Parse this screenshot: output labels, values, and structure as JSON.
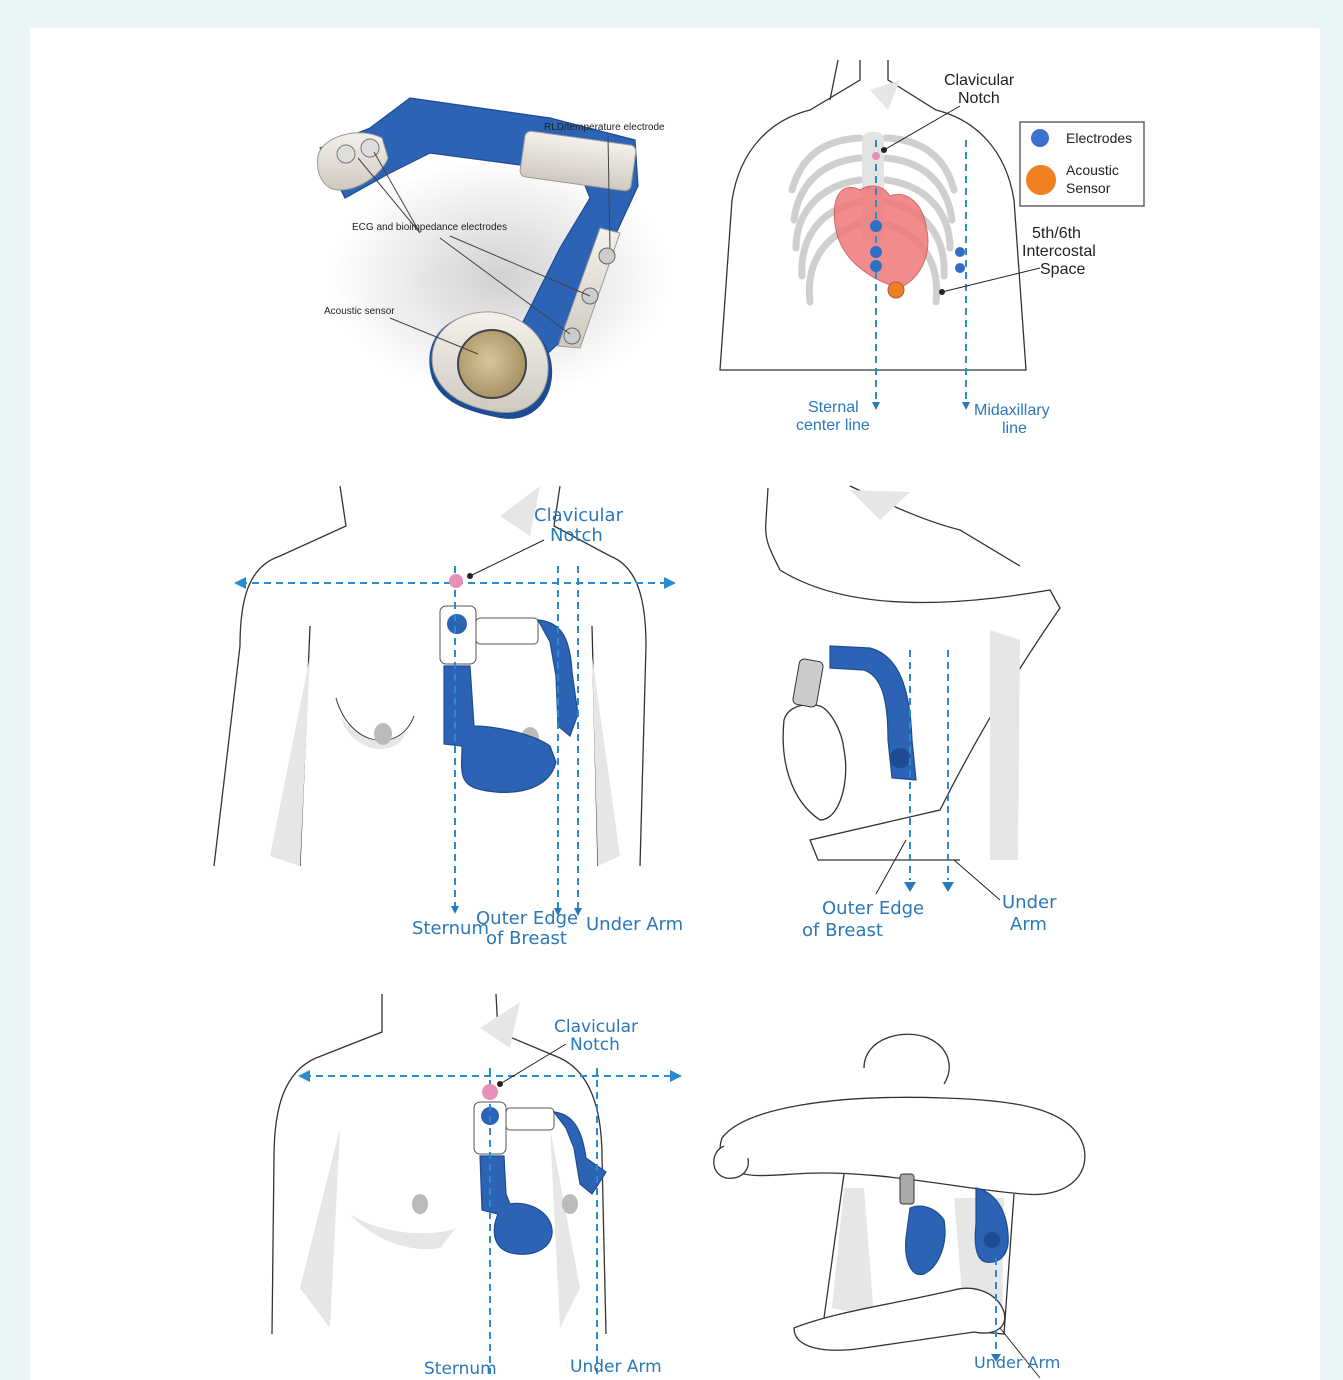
{
  "colors": {
    "background": "#eaf5f8",
    "device_blue": "#2c63b4",
    "label_blue": "#2a78b8",
    "dashed_line": "#2a8ccf",
    "electrode_marker": "#3b6fd0",
    "acoustic_marker": "#f07f1f",
    "notch_marker": "#e890b8",
    "heart": "#f07878"
  },
  "device_photo": {
    "label_rld": "RLD/temperature electrode",
    "label_ecg": "ECG and bioimpedance electrodes",
    "label_acoustic": "Acoustic sensor"
  },
  "anatomy_diagram": {
    "clavicular_notch": [
      "Clavicular",
      "Notch"
    ],
    "legend": {
      "electrodes": "Electrodes",
      "acoustic_sensor": [
        "Acoustic",
        "Sensor"
      ]
    },
    "intercostal_space": [
      "5th/6th",
      "Intercostal",
      "Space"
    ],
    "sternal_center_line": [
      "Sternal",
      "center line"
    ],
    "midaxillary_line": [
      "Midaxillary",
      "line"
    ]
  },
  "female_front": {
    "clavicular_notch": [
      "Clavicular",
      "Notch"
    ],
    "sternum": "Sternum",
    "under_arm": "Under Arm",
    "outer_edge": [
      "Outer Edge",
      "of Breast"
    ]
  },
  "female_side": {
    "outer_edge": [
      "Outer Edge",
      "of Breast"
    ],
    "under_arm": [
      "Under",
      "Arm"
    ]
  },
  "male_front": {
    "clavicular_notch": [
      "Clavicular",
      "Notch"
    ],
    "sternum": "Sternum",
    "under_arm": "Under Arm"
  },
  "male_side": {
    "under_arm": "Under Arm"
  }
}
